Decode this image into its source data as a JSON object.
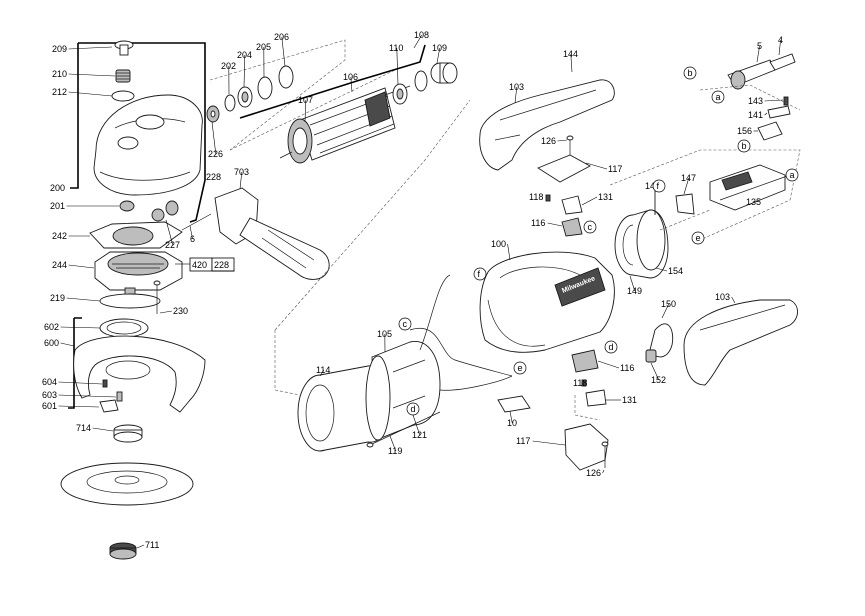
{
  "diagram": {
    "part_labels": [
      "209",
      "210",
      "212",
      "200",
      "201",
      "242",
      "244",
      "219",
      "602",
      "600",
      "604",
      "603",
      "601",
      "714",
      "711",
      "202",
      "204",
      "205",
      "206",
      "226",
      "228",
      "227",
      "6",
      "703",
      "106",
      "107",
      "110",
      "108",
      "109",
      "144",
      "103",
      "126",
      "117",
      "118",
      "131",
      "116",
      "100",
      "149",
      "154",
      "147",
      "135",
      "156",
      "141",
      "143",
      "5",
      "4",
      "150",
      "152",
      "114",
      "105",
      "119",
      "121",
      "10"
    ],
    "box_labels": [
      "420",
      "228"
    ],
    "callout_letters": [
      "a",
      "b",
      "c",
      "d",
      "e",
      "f"
    ],
    "brand_mark": "Milwaukee"
  }
}
